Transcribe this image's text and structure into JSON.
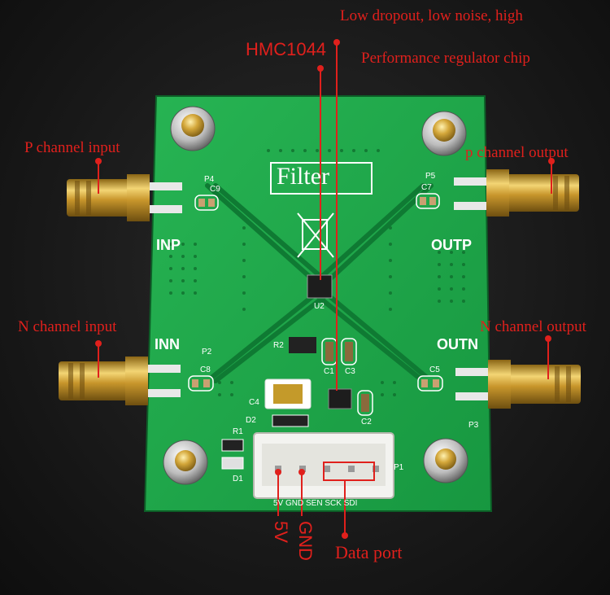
{
  "annotations": {
    "regulator_line1": "Low dropout, low noise, high",
    "regulator_line2": "Performance regulator chip",
    "chip": "HMC1044",
    "p_in": "P channel input",
    "p_out": "p channel output",
    "n_in": "N channel input",
    "n_out": "N channel output",
    "v5": "5V",
    "gnd": "GND",
    "data_port": "Data port"
  },
  "silkscreen": {
    "filter": "Filter",
    "inp": "INP",
    "outp": "OUTP",
    "inn": "INN",
    "outn": "OUTN",
    "p4": "P4",
    "p5": "P5",
    "p2": "P2",
    "p3": "P3",
    "p1": "P1",
    "c9": "C9",
    "c7": "C7",
    "c8": "C8",
    "c5": "C5",
    "c1": "C1",
    "c2": "C2",
    "c3": "C3",
    "c4": "C4",
    "u2": "U2",
    "r1": "R1",
    "r2": "R2",
    "d1": "D1",
    "d2": "D2",
    "header_pins": "5V GND SEN SCK SDI"
  },
  "colors": {
    "annotation": "#e0201c",
    "pcb": "#1fa64a",
    "silk": "#ffffff",
    "gold": "#d4a73a"
  }
}
